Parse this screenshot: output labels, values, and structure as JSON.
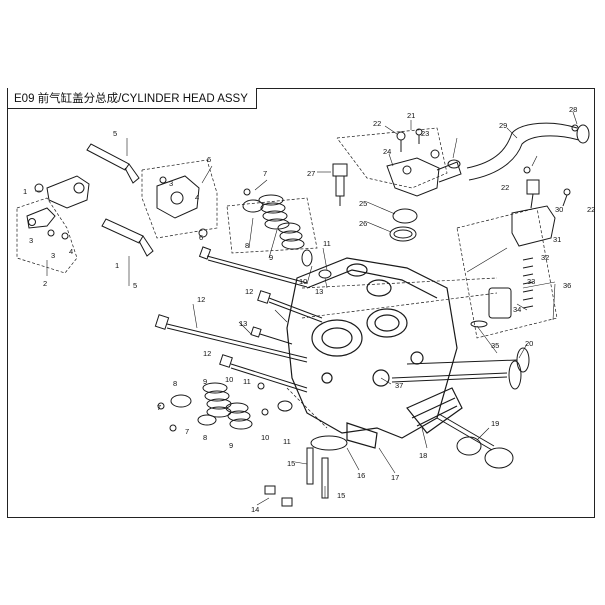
{
  "title": "E09 前气缸盖分总成/CYLINDER HEAD ASSY",
  "callouts": [
    "1",
    "2",
    "3",
    "4",
    "5",
    "6",
    "7",
    "8",
    "9",
    "10",
    "11",
    "12",
    "13",
    "14",
    "15",
    "16",
    "17",
    "18",
    "19",
    "20",
    "21",
    "22",
    "23",
    "24",
    "25",
    "26",
    "27",
    "28",
    "29",
    "30",
    "31",
    "32",
    "33",
    "34",
    "35",
    "36",
    "37"
  ]
}
